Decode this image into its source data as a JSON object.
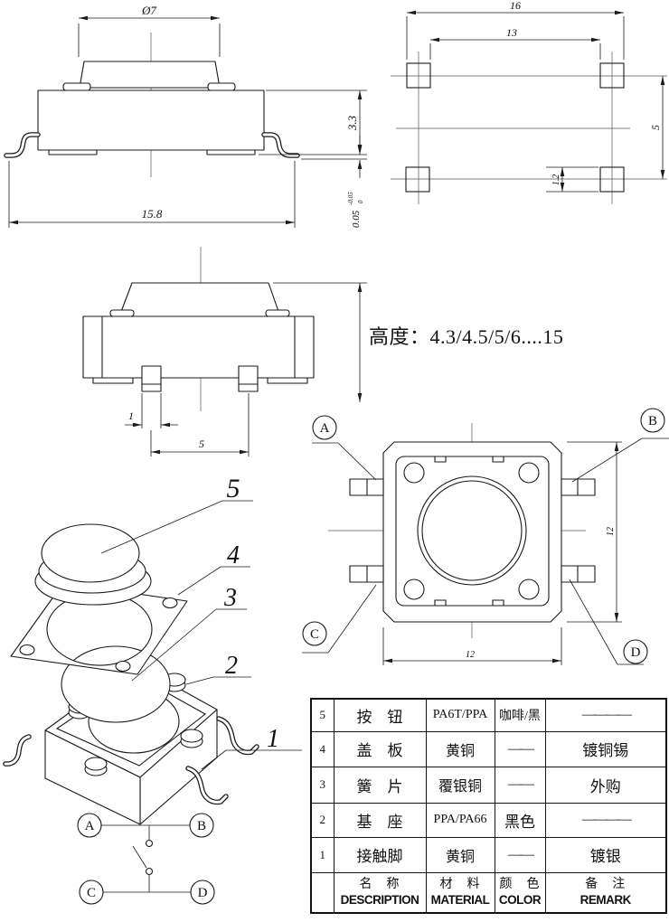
{
  "front_view": {
    "knob_dia": "Ø7",
    "body_width": "15.8",
    "body_height": "3.3",
    "standoff": "0.05",
    "standoff_tol_upper": "-0.05",
    "standoff_tol_lower": "0"
  },
  "pad_view": {
    "outer_span": "16",
    "inner_span": "13",
    "row_pitch": "5",
    "pad_width": "1.2"
  },
  "side_view": {
    "leg_width": "1",
    "leg_pitch": "5"
  },
  "height_note": "高度：4.3/4.5/5/6....15",
  "top_view": {
    "body_w": "12",
    "body_h": "12",
    "callout_a": "A",
    "callout_b": "B",
    "callout_c": "C",
    "callout_d": "D"
  },
  "exploded": {
    "part_5": "5",
    "part_4": "4",
    "part_3": "3",
    "part_2": "2",
    "part_1": "1"
  },
  "schematic": {
    "t_a": "A",
    "t_b": "B",
    "t_c": "C",
    "t_d": "D"
  },
  "bom": {
    "rows": [
      {
        "no": "5",
        "name": "按　钮",
        "material": "PA6T/PPA",
        "color": "咖啡/黑",
        "remark": "————"
      },
      {
        "no": "4",
        "name": "盖　板",
        "material": "黄铜",
        "color": "——",
        "remark": "镀铜锡"
      },
      {
        "no": "3",
        "name": "簧　片",
        "material": "覆银铜",
        "color": "——",
        "remark": "外购"
      },
      {
        "no": "2",
        "name": "基　座",
        "material": "PPA/PA66",
        "color": "黑色",
        "remark": "————"
      },
      {
        "no": "1",
        "name": "接触脚",
        "material": "黄铜",
        "color": "——",
        "remark": "镀银"
      }
    ],
    "header": {
      "name_cn": "名　称",
      "name_en": "DESCRIPTION",
      "material_cn": "材　料",
      "material_en": "MATERIAL",
      "color_cn": "颜　色",
      "color_en": "COLOR",
      "remark_cn": "备　注",
      "remark_en": "REMARK"
    }
  }
}
